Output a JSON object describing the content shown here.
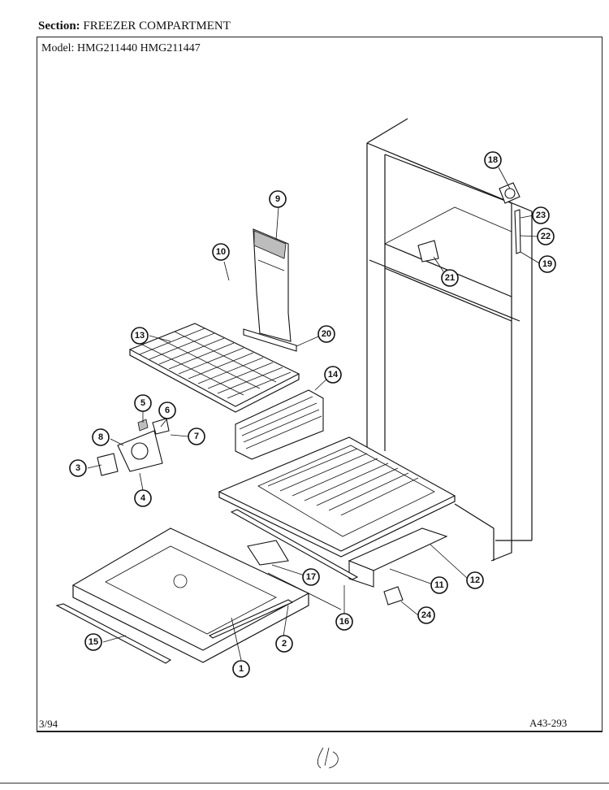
{
  "header": {
    "section_label": "Section:",
    "section_value": "FREEZER COMPARTMENT",
    "model_label": "Model:",
    "model_values": "HMG211440  HMG211447"
  },
  "footer": {
    "date": "3/94",
    "code": "A43-293"
  },
  "callouts": [
    "1",
    "2",
    "3",
    "4",
    "5",
    "6",
    "7",
    "8",
    "9",
    "10",
    "11",
    "12",
    "13",
    "14",
    "15",
    "16",
    "17",
    "18",
    "19",
    "20",
    "21",
    "22",
    "23",
    "24"
  ]
}
